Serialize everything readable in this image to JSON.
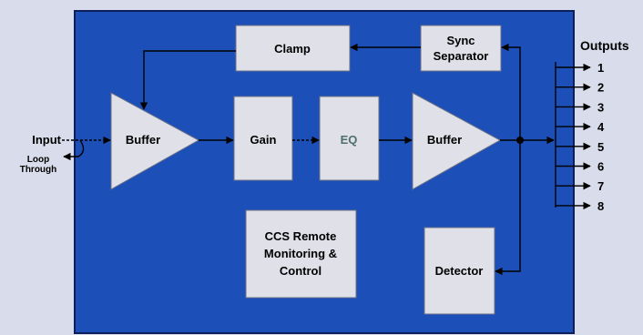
{
  "colors": {
    "background": "#d9dcea",
    "panel": "#1d4fb8",
    "panel_border": "#0d1f5a",
    "block_fill": "#dfe0e8",
    "block_stroke": "#6a6f86",
    "wire": "#000000",
    "text": "#000000",
    "eq_text": "#4f6f6a"
  },
  "labels": {
    "input": "Input",
    "loop_through": "Loop\nThrough",
    "outputs": "Outputs"
  },
  "blocks": {
    "clamp": "Clamp",
    "sync_separator": "Sync\nSeparator",
    "buffer_in": "Buffer",
    "gain": "Gain",
    "eq": "EQ",
    "buffer_out": "Buffer",
    "ccs": "CCS Remote\nMonitoring &\nControl",
    "detector": "Detector"
  },
  "outputs": [
    "1",
    "2",
    "3",
    "4",
    "5",
    "6",
    "7",
    "8"
  ]
}
